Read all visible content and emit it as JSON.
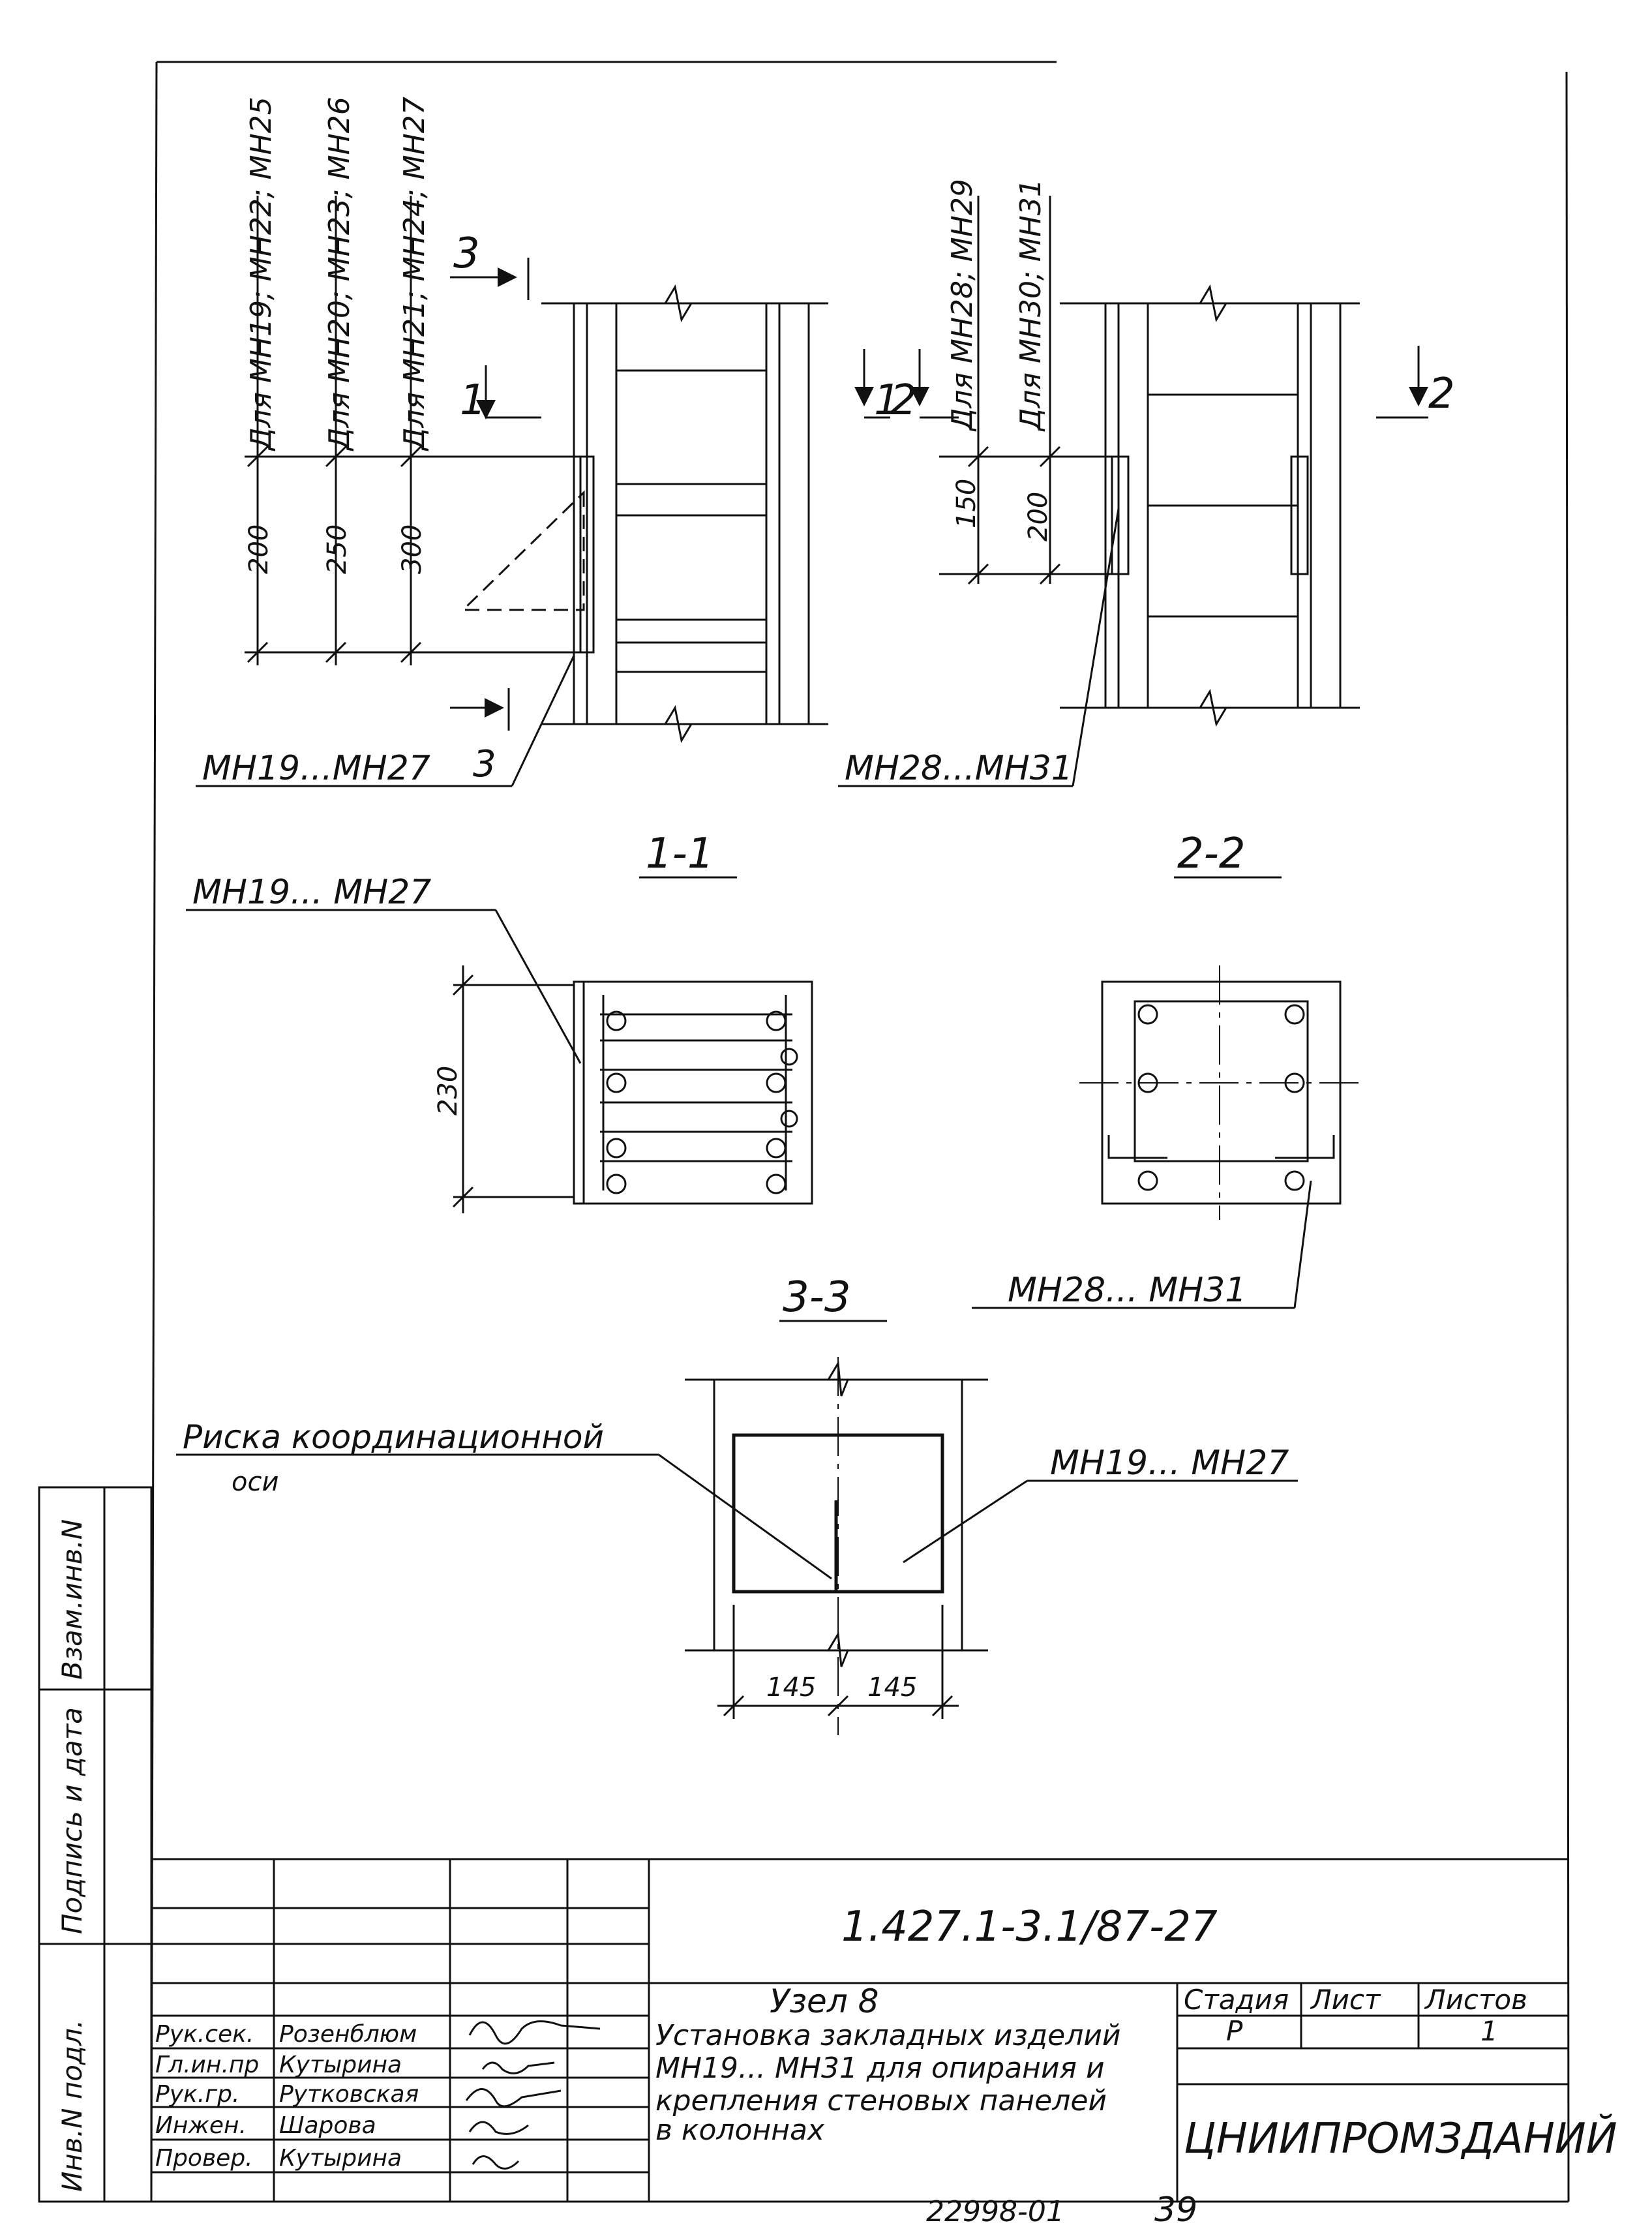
{
  "drawing": {
    "top_left_view": {
      "marks": [
        "Для МН19; МН22; МН25",
        "Для МН20; МН23; МН26",
        "Для МН21; МН24; МН27"
      ],
      "dims": [
        "200",
        "250",
        "300"
      ],
      "section_marks": [
        "3",
        "1",
        "3"
      ],
      "callout": "МН19...МН27"
    },
    "top_right_view": {
      "marks": [
        "Для МН28; МН29",
        "Для МН30; МН31"
      ],
      "dims": [
        "150",
        "200"
      ],
      "section_marks": [
        "1",
        "2",
        "2"
      ],
      "callout": "МН28...МН31"
    },
    "section_1_1": {
      "title": "1-1",
      "callout": "МН19... МН27",
      "dim": "230"
    },
    "section_2_2": {
      "title": "2-2",
      "callout": "МН28... МН31"
    },
    "section_3_3": {
      "title": "3-3",
      "axis_label_1": "Риска координационной",
      "axis_label_2": "оси",
      "callout": "МН19... МН27",
      "dims": [
        "145",
        "145"
      ]
    }
  },
  "side_stamp": [
    "Взам.инв.N",
    "Подпись и дата",
    "Инв.N подл."
  ],
  "title_block": {
    "code": "1.427.1-3.1/87-27",
    "title_line1": "Узел 8",
    "title_rest": [
      "Установка закладных изделий",
      "МН19... МН31 для опирания и",
      "крепления стеновых панелей",
      "в колоннах"
    ],
    "roles": [
      "Рук.сек.",
      "Гл.ин.пр",
      "Рук.гр.",
      "Инжен.",
      "Провер."
    ],
    "names": [
      "Розенблюм",
      "Кутырина",
      "Рутковская",
      "Шарова",
      "Кутырина"
    ],
    "stage_label": "Стадия",
    "sheet_label": "Лист",
    "sheets_label": "Листов",
    "stage": "Р",
    "sheets": "1",
    "organization": "ЦНИИПРОМЗДАНИЙ"
  },
  "footer": {
    "number": "22998-01",
    "page": "39"
  }
}
